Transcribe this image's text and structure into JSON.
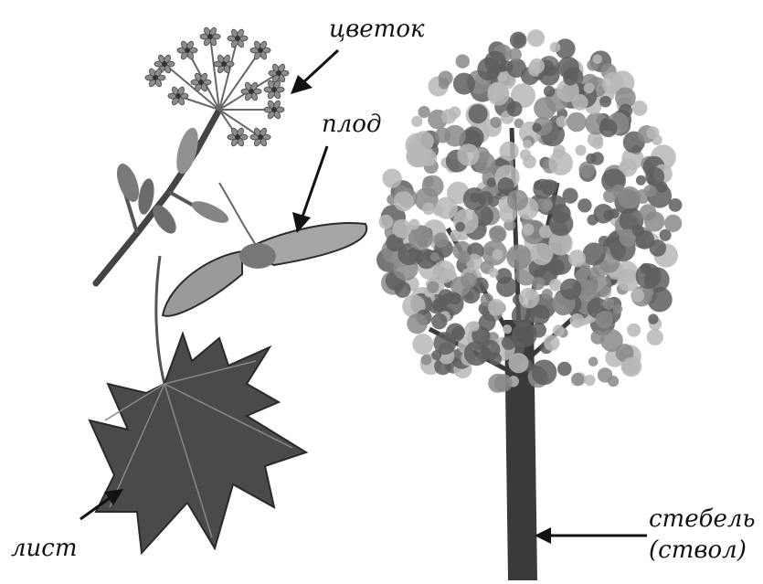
{
  "labels": {
    "flower": "цветок",
    "fruit": "плод",
    "leaf": "лист",
    "stem_line1": "стебель",
    "stem_line2": "(ствол)"
  },
  "colors": {
    "ink": "#111111",
    "foliage_dark": "#5e5e5e",
    "foliage_mid": "#8a8a8a",
    "foliage_light": "#b7b7b7",
    "trunk": "#3a3a3a",
    "leaf_fill": "#4a4a4a"
  }
}
